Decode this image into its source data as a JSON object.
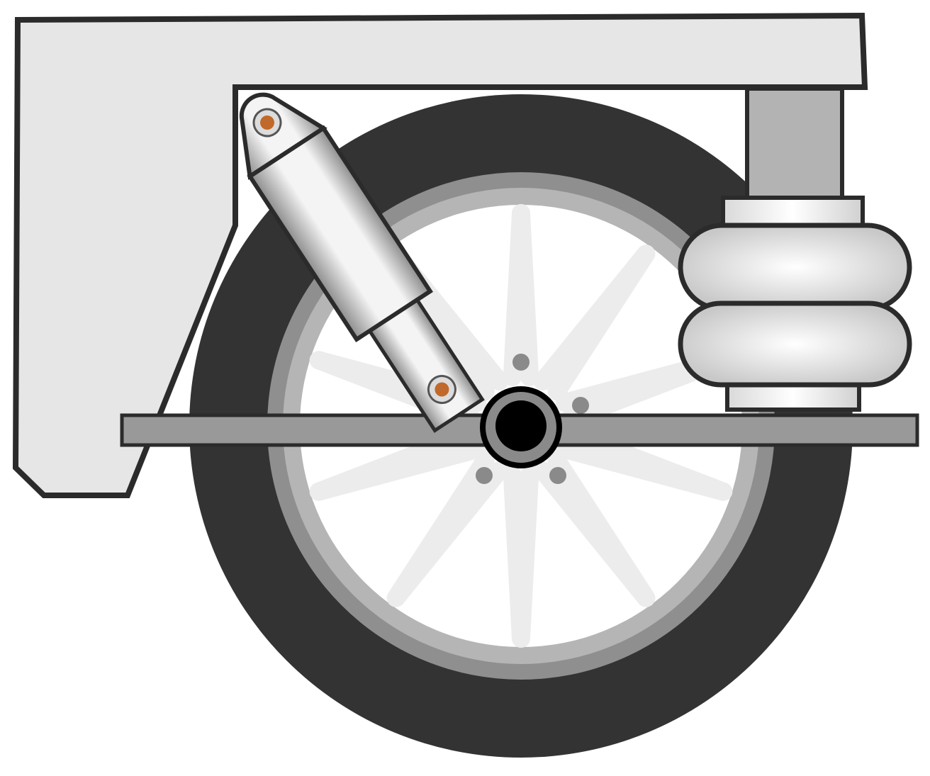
{
  "diagram": {
    "subject": "rear-air-suspension",
    "components": [
      "vehicle-frame",
      "tire",
      "wheel-rim",
      "wheel-spokes",
      "hub",
      "shock-absorber",
      "axle-beam",
      "air-spring",
      "spring-mount"
    ],
    "colors": {
      "frame_fill": "#e6e6e6",
      "outline": "#2b2b2b",
      "tire": "#333333",
      "rim": "#8f8f8f",
      "rim_inner": "#b5b5b5",
      "spokes": "#ececec",
      "hub": "#000000",
      "axle": "#999999",
      "mount": "#b3b3b3",
      "bolt": "#c0692a",
      "bolt_hole": "#8a8a8a",
      "shock_light": "#f4f4f4",
      "shock_dark": "#8c8c8c",
      "air_spring_light": "#ffffff",
      "air_spring_dark": "#c8c8c8"
    }
  }
}
